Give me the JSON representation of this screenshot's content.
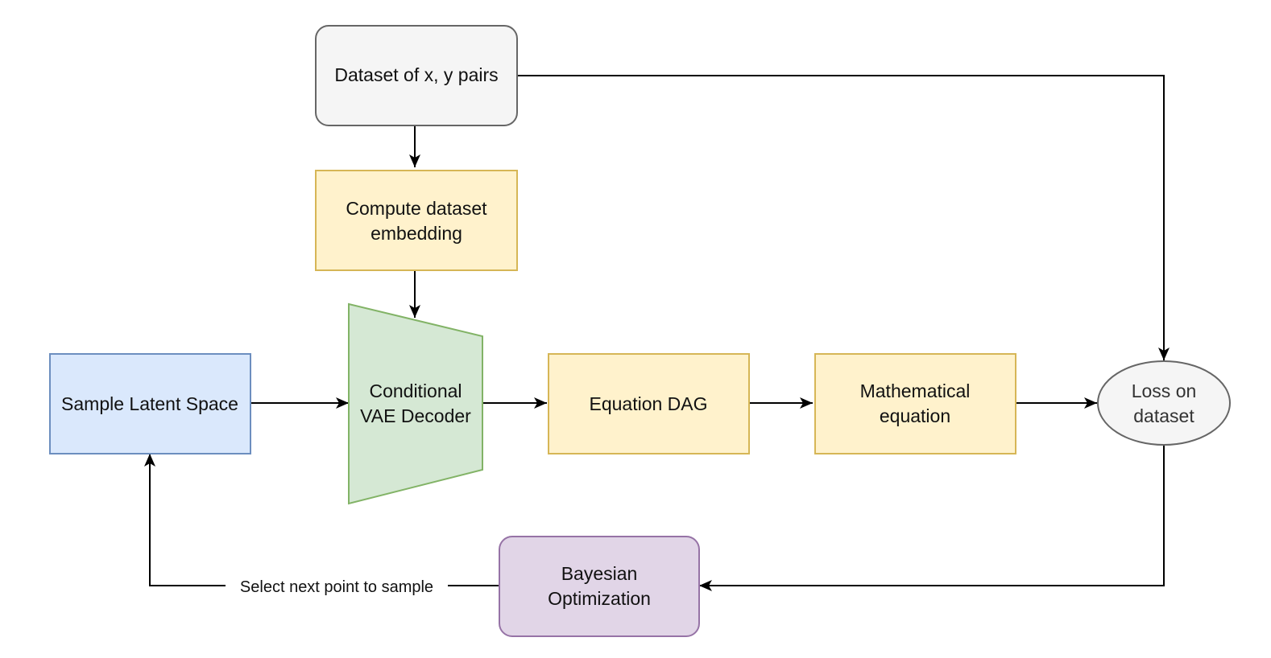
{
  "nodes": {
    "dataset": {
      "label": "Dataset of x, y pairs",
      "fill": "#f5f5f5",
      "stroke": "#666666"
    },
    "embedding": {
      "line1": "Compute dataset",
      "line2": "embedding",
      "fill": "#fff2cc",
      "stroke": "#d6b656"
    },
    "decoder": {
      "line1": "Conditional",
      "line2": "VAE Decoder",
      "fill": "#d5e8d4",
      "stroke": "#82b366"
    },
    "latent": {
      "label": "Sample Latent Space",
      "fill": "#dae8fc",
      "stroke": "#6c8ebf"
    },
    "dag": {
      "label": "Equation DAG",
      "fill": "#fff2cc",
      "stroke": "#d6b656"
    },
    "equation": {
      "line1": "Mathematical",
      "line2": "equation",
      "fill": "#fff2cc",
      "stroke": "#d6b656"
    },
    "loss": {
      "line1": "Loss on",
      "line2": "dataset",
      "fill": "#f5f5f5",
      "stroke": "#666666"
    },
    "bayes": {
      "line1": "Bayesian",
      "line2": "Optimization",
      "fill": "#e1d5e7",
      "stroke": "#9673a6"
    }
  },
  "edges": {
    "select_label": "Select next point to sample"
  },
  "colors": {
    "edge": "#000000",
    "background": "#ffffff"
  }
}
